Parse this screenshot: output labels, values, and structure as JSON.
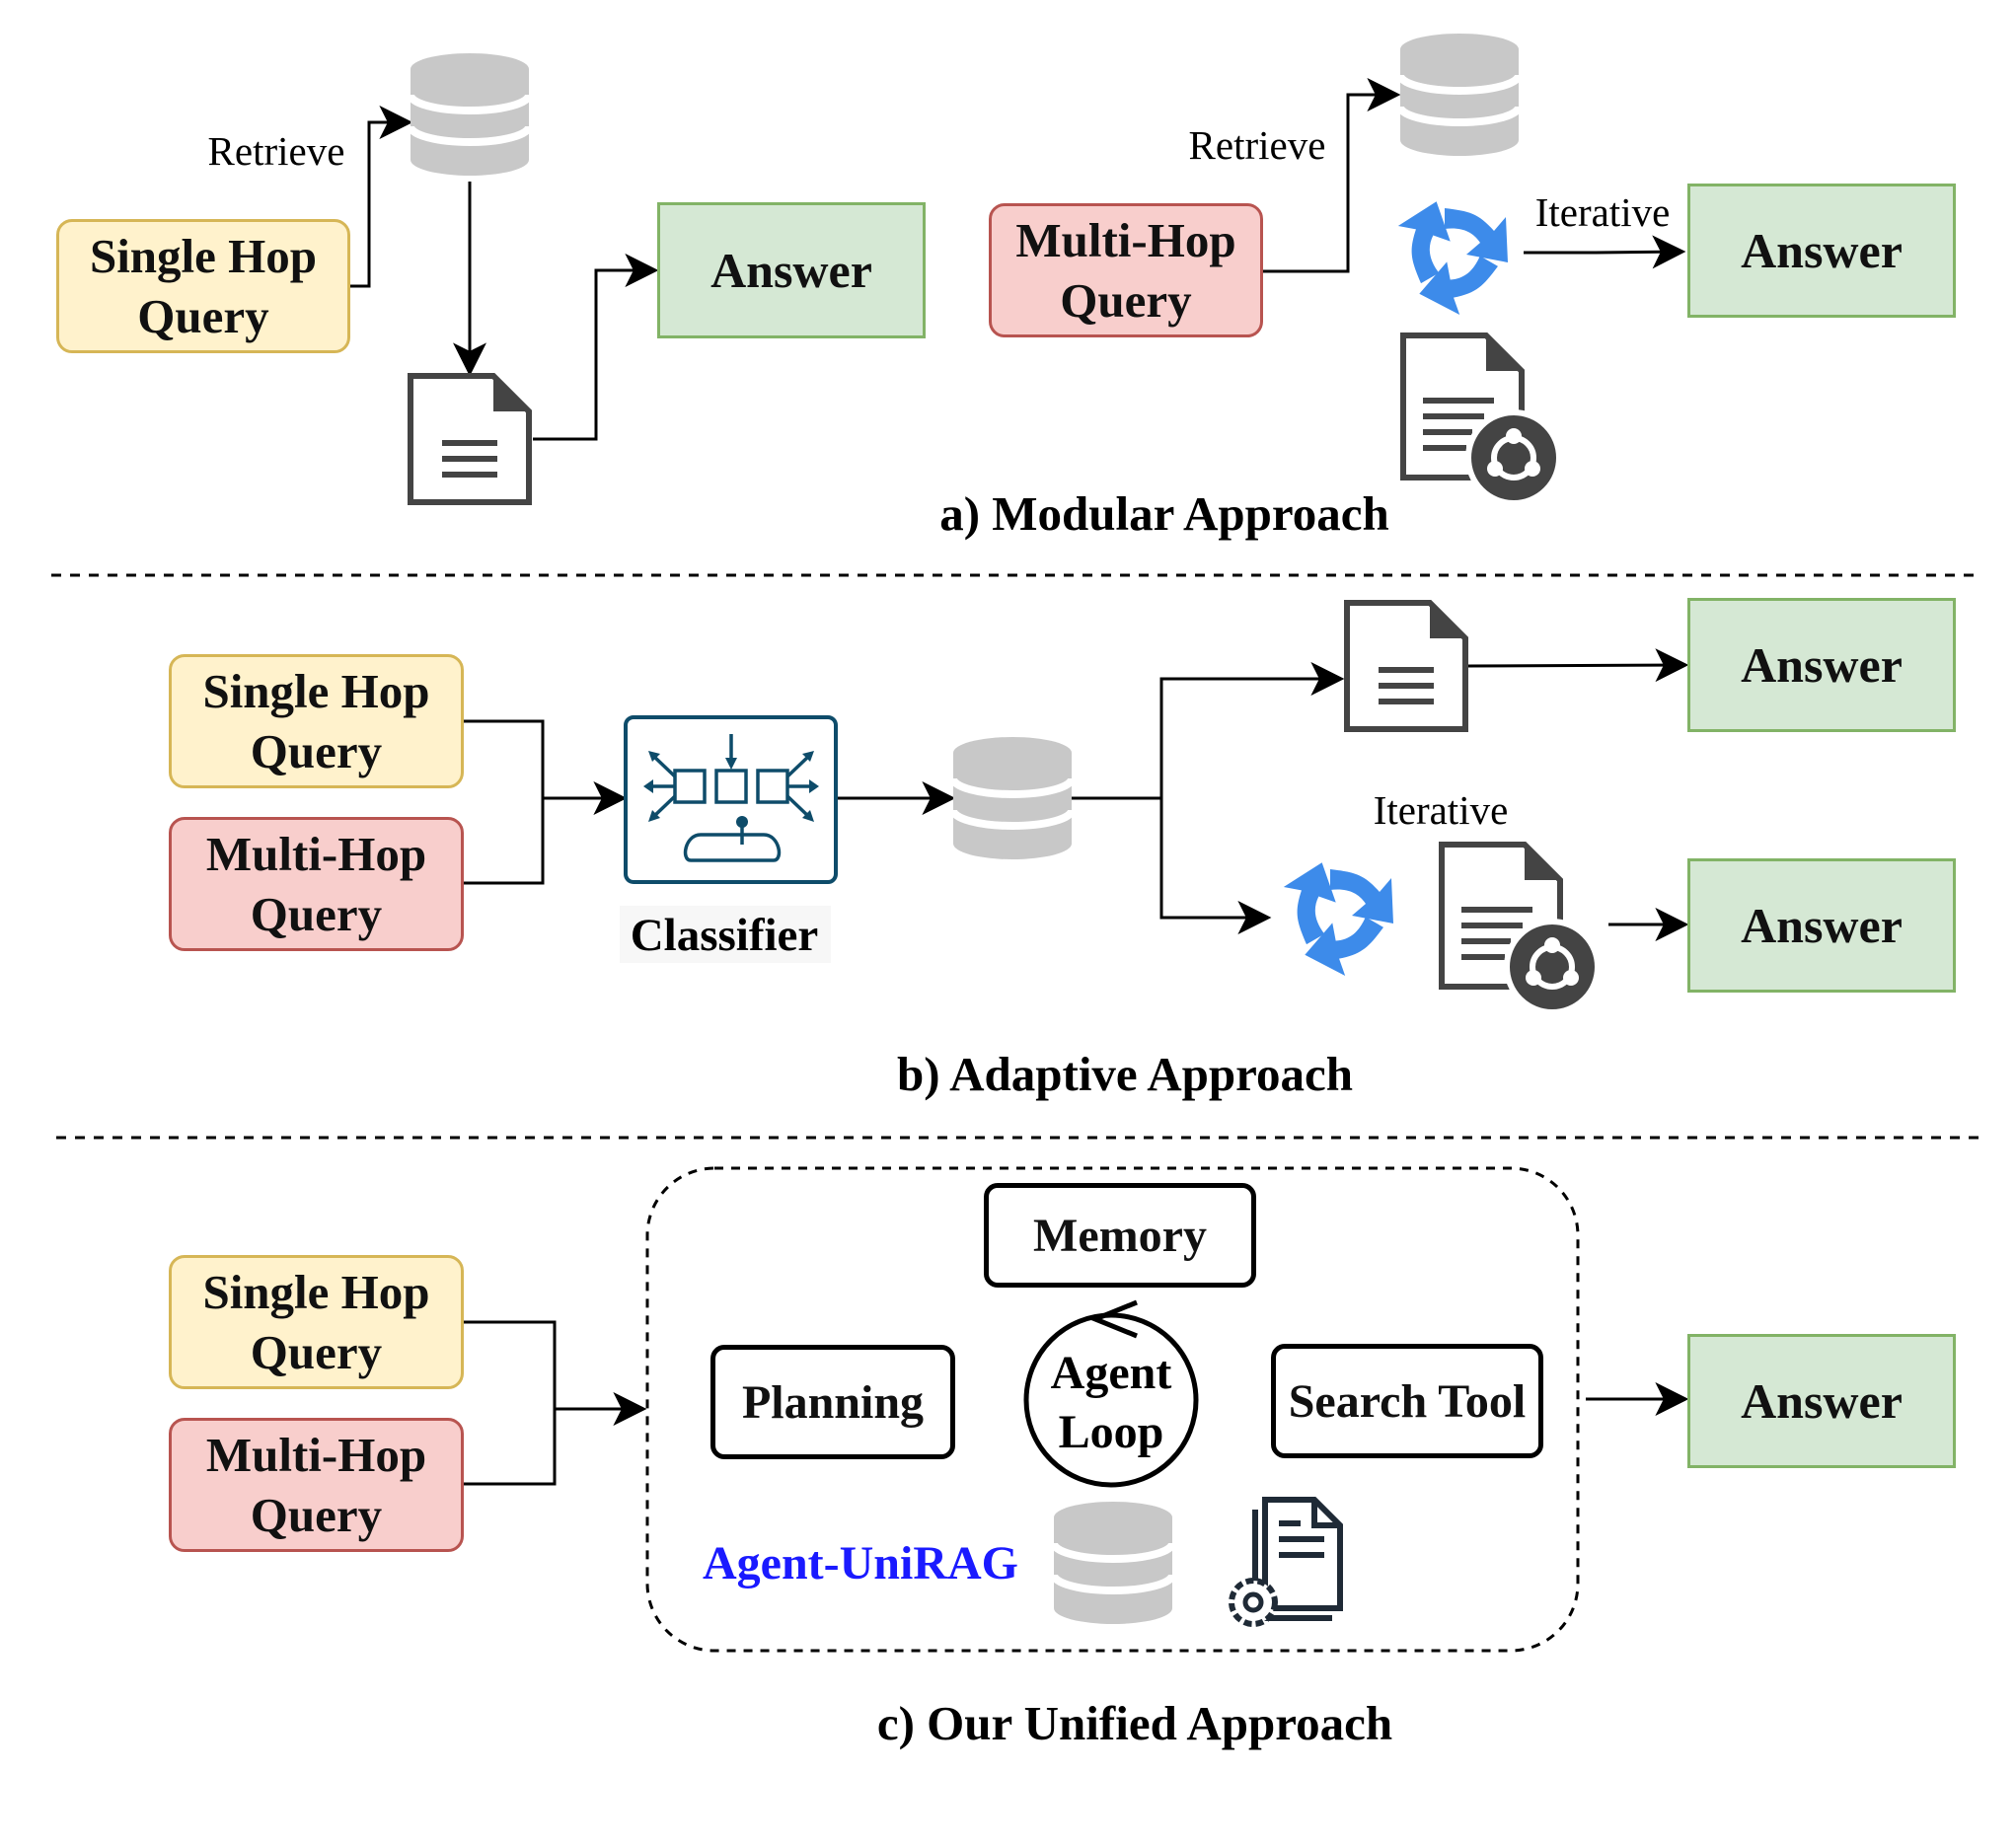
{
  "section_a": {
    "caption": "a) Modular Approach",
    "single_hop": {
      "line1": "Single Hop",
      "line2": "Query"
    },
    "multi_hop": {
      "line1": "Multi-Hop",
      "line2": "Query"
    },
    "retrieve_left": "Retrieve",
    "retrieve_right": "Retrieve",
    "iterative": "Iterative",
    "answer_left": "Answer",
    "answer_right": "Answer"
  },
  "section_b": {
    "caption": "b) Adaptive Approach",
    "single_hop": {
      "line1": "Single Hop",
      "line2": "Query"
    },
    "multi_hop": {
      "line1": "Multi-Hop",
      "line2": "Query"
    },
    "classifier": "Classifier",
    "iterative": "Iterative",
    "answer_top": "Answer",
    "answer_bottom": "Answer"
  },
  "section_c": {
    "caption": "c) Our Unified Approach",
    "single_hop": {
      "line1": "Single Hop",
      "line2": "Query"
    },
    "multi_hop": {
      "line1": "Multi-Hop",
      "line2": "Query"
    },
    "memory": "Memory",
    "planning": "Planning",
    "agent_loop": {
      "line1": "Agent",
      "line2": "Loop"
    },
    "search_tool": "Search Tool",
    "agent_name": "Agent-UniRAG",
    "answer": "Answer"
  },
  "icons": {
    "database": "database-icon",
    "document": "document-icon",
    "document_share": "document-share-icon",
    "iterative": "refresh-cycle-icon",
    "classifier": "classifier-icon",
    "docs_gear": "documents-gear-icon"
  },
  "colors": {
    "single_fill": "#fff2cc",
    "single_stroke": "#d6b656",
    "multi_fill": "#f8cecc",
    "multi_stroke": "#b85450",
    "answer_fill": "#d5e8d4",
    "answer_stroke": "#82b366",
    "database": "#c8c8c8",
    "cycle": "#3d8bea",
    "classifier": "#0e4c6a",
    "agent_name": "#1a1aff"
  }
}
